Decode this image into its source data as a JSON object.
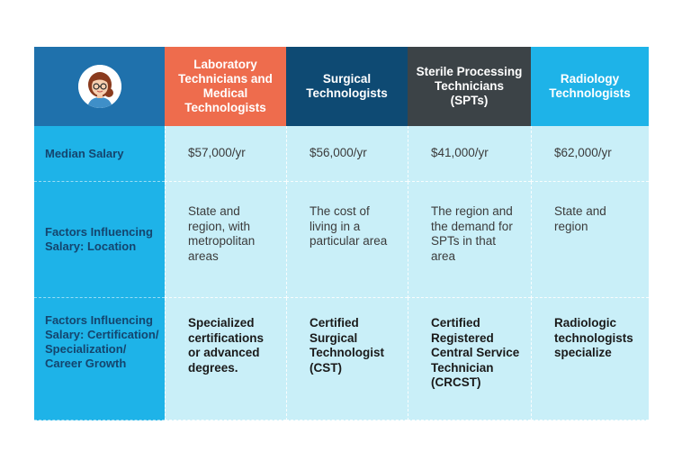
{
  "colors": {
    "header_corner": "#1f71ac",
    "header_lab": "#ee6c4d",
    "header_surgical": "#0e4a73",
    "header_sterile": "#3c4347",
    "header_radiology": "#1eb3e8",
    "row_label_bg": "#1eb3e8",
    "row_label_text": "#14456e",
    "body_bg": "#c9eff8"
  },
  "avatar": {
    "icon": "nurse-avatar-icon"
  },
  "headers": [
    "Laboratory Technicians and Medical Technologists",
    "Surgical Technologists",
    "Sterile Processing Technicians (SPTs)",
    "Radiology Technologists"
  ],
  "rows": [
    {
      "label": "Median Salary",
      "cells": [
        "$57,000/yr",
        "$56,000/yr",
        "$41,000/yr",
        "$62,000/yr"
      ]
    },
    {
      "label": "Factors Influencing Salary: Location",
      "cells": [
        "State and region, with metropolitan areas",
        "The cost of living in a particular area",
        "The region and the demand for SPTs in that area",
        "State and region"
      ]
    },
    {
      "label": "Factors Influencing Salary: Certification/ Specialization/ Career Growth",
      "cells": [
        "Specialized certifications or advanced degrees.",
        "Certified Surgical Technologist (CST)",
        "Certified Registered Central Service Technician (CRCST)",
        "Radiologic technologists specialize"
      ]
    }
  ]
}
